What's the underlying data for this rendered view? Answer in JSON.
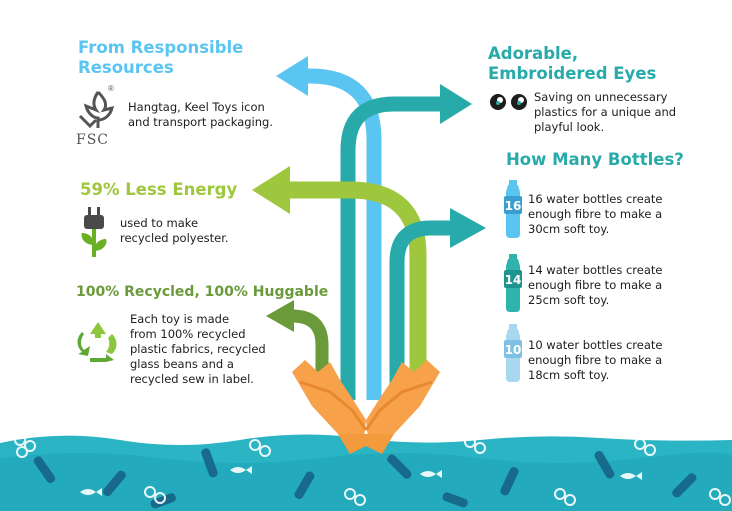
{
  "colors": {
    "blue": "#5bc5f2",
    "teal": "#27aaa9",
    "green": "#9ec73d",
    "olive": "#6a9a3a",
    "orange": "#f7a24b",
    "sea": "#2ab4c4",
    "text": "#1d1d1b"
  },
  "left": {
    "fsc": {
      "heading_line1": "From Responsible",
      "heading_line2": "Resources",
      "text_line1": "Hangtag, Keel Toys icon",
      "text_line2": "and transport packaging.",
      "logo_text": "FSC",
      "logo_mark": "®",
      "icon": "tree-checkmark-icon"
    },
    "energy": {
      "heading": "59% Less Energy",
      "text_line1": "used to make",
      "text_line2": "recycled polyester.",
      "icon": "plug-leaf-icon"
    },
    "recycled": {
      "heading": "100% Recycled, 100% Huggable",
      "lines": [
        "Each toy is made",
        "from 100% recycled",
        "plastic fabrics, recycled",
        "glass beans and a",
        "recycled sew in label."
      ],
      "icon": "recycle-icon"
    }
  },
  "right": {
    "eyes": {
      "heading_line1": "Adorable,",
      "heading_line2": "Embroidered Eyes",
      "text_line1": "Saving on unnecessary",
      "text_line2": "plastics for a unique and",
      "text_line3": "playful look.",
      "icon": "eyes-icon"
    },
    "bottles": {
      "heading": "How Many Bottles?",
      "items": [
        {
          "number": "16",
          "line1": "16 water bottles create",
          "line2": "enough fibre to make a",
          "line3": "30cm soft toy.",
          "color": "#5bc5f2"
        },
        {
          "number": "14",
          "line1": "14 water bottles create",
          "line2": "enough fibre to make a",
          "line3": "25cm soft toy.",
          "color": "#2fb3ad"
        },
        {
          "number": "10",
          "line1": "10 water bottles create",
          "line2": "enough fibre to make a",
          "line3": "18cm soft toy.",
          "color": "#a8d8ef"
        }
      ]
    }
  }
}
